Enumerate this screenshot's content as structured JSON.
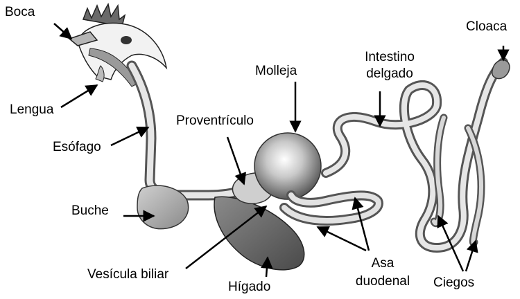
{
  "labels": {
    "boca": "Boca",
    "lengua": "Lengua",
    "esofago": "Esófago",
    "buche": "Buche",
    "proventriculo": "Proventrículo",
    "molleja": "Molleja",
    "intestino_line1": "Intestino",
    "intestino_line2": "delgado",
    "cloaca": "Cloaca",
    "vesicula": "Vesícula biliar",
    "higado": "Hígado",
    "asa_line1": "Asa",
    "asa_line2": "duodenal",
    "ciegos": "Ciegos"
  }
}
